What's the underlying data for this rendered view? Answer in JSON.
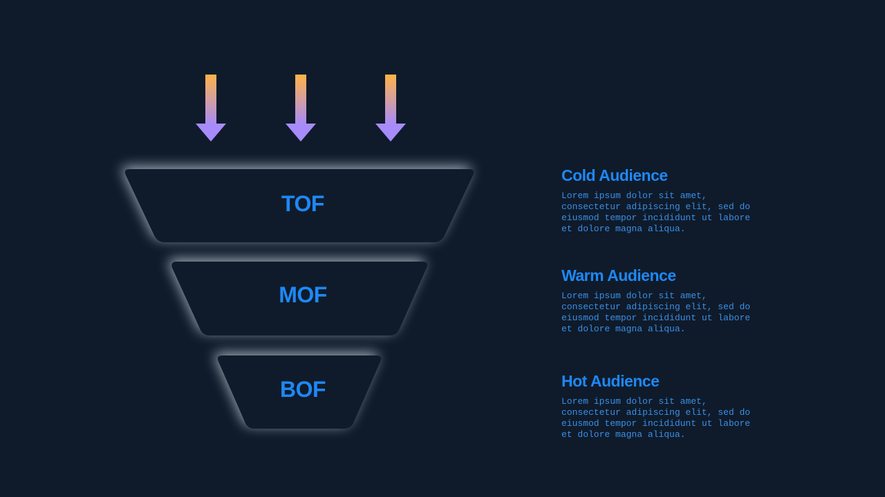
{
  "funnel": {
    "stages": [
      {
        "label": "TOF"
      },
      {
        "label": "MOF"
      },
      {
        "label": "BOF"
      }
    ],
    "arrow_count": 3
  },
  "descriptions": [
    {
      "title": "Cold Audience",
      "text": "Lorem ipsum dolor sit amet, consectetur adipiscing elit, sed do eiusmod tempor incididunt ut labore et dolore magna aliqua."
    },
    {
      "title": "Warm Audience",
      "text": "Lorem ipsum dolor sit amet, consectetur adipiscing elit, sed do eiusmod tempor incididunt ut labore et dolore magna aliqua."
    },
    {
      "title": "Hot Audience",
      "text": "Lorem ipsum dolor sit amet, consectetur adipiscing elit, sed do eiusmod tempor incididunt ut labore et dolore magna aliqua."
    }
  ],
  "colors": {
    "background": "#0f1b2b",
    "accent": "#1e88f5",
    "arrow_top": "#ffb347",
    "arrow_bottom": "#a78bfa",
    "glow": "#b8c2cc"
  }
}
